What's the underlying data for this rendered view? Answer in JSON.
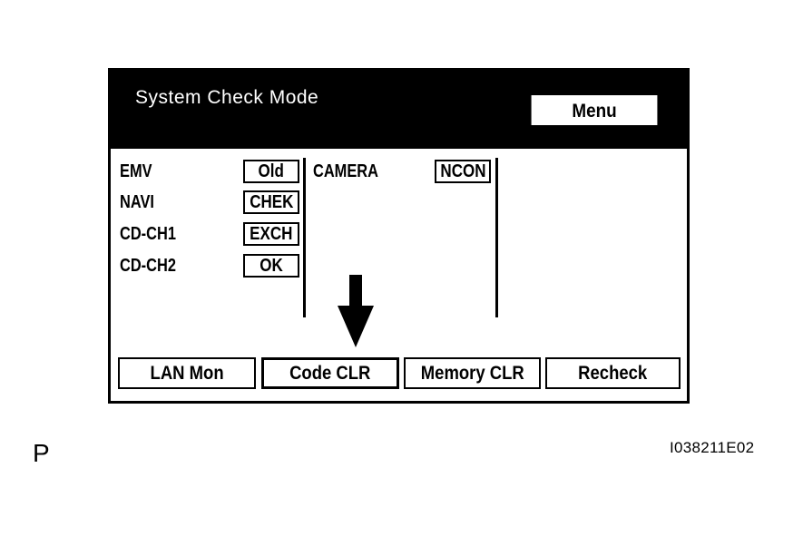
{
  "header": {
    "title": "System Check Mode",
    "menu_label": "Menu"
  },
  "devices": {
    "left": [
      {
        "label": "EMV",
        "status": "Old"
      },
      {
        "label": "NAVI",
        "status": "CHEK"
      },
      {
        "label": "CD-CH1",
        "status": "EXCH"
      },
      {
        "label": "CD-CH2",
        "status": "OK"
      }
    ],
    "right": [
      {
        "label": "CAMERA",
        "status": "NCON"
      }
    ]
  },
  "buttons": {
    "lan_mon": "LAN Mon",
    "code_clr": "Code CLR",
    "memory_clr": "Memory CLR",
    "recheck": "Recheck"
  },
  "annotation": {
    "pointer_target": "arrow-down-icon"
  },
  "figure": {
    "corner_letter": "P",
    "code": "I038211E02"
  },
  "colors": {
    "header_background": "#000000",
    "screen_background": "#ffffff",
    "text": "#000000"
  }
}
